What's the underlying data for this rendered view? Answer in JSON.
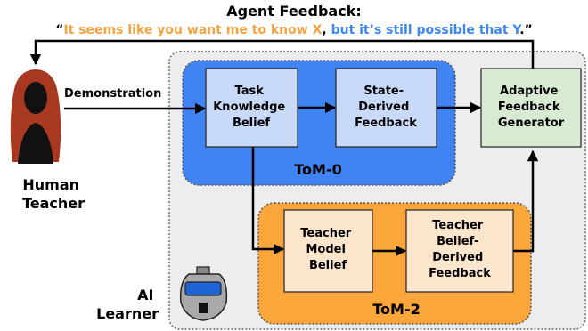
{
  "header": {
    "title": "Agent Feedback:",
    "quote_open": "“",
    "quote_part1": "It seems like you want me to know X",
    "quote_comma": ", ",
    "quote_part2": "but it’s still possible that Y",
    "quote_close": ".”"
  },
  "colors": {
    "quote_orange": "#F5A340",
    "quote_blue": "#3E86F0",
    "learner_panel_fill": "#EDEDED",
    "tom0_fill": "#3F84F2",
    "tom2_fill": "#FAA63A",
    "belief_box_fill": "#C9DAF8",
    "teacher_box_fill": "#FCE5CD",
    "generator_fill": "#D9EAD3"
  },
  "teacher": {
    "icon": "person-silhouette-icon",
    "label_line1": "Human",
    "label_line2": "Teacher"
  },
  "edges": {
    "demonstration": "Demonstration"
  },
  "learner": {
    "label_line1": "AI",
    "label_line2": "Learner",
    "icon": "robot-icon"
  },
  "tom0": {
    "label": "ToM-0",
    "task_box": [
      "Task",
      "Knowledge",
      "Belief"
    ],
    "state_box": [
      "State-",
      "Derived",
      "Feedback"
    ]
  },
  "tom2": {
    "label": "ToM-2",
    "teacher_model_box": [
      "Teacher",
      "Model",
      "Belief"
    ],
    "teacher_feedback_box": [
      "Teacher",
      "Belief-",
      "Derived",
      "Feedback"
    ]
  },
  "generator": {
    "box": [
      "Adaptive",
      "Feedback",
      "Generator"
    ]
  }
}
